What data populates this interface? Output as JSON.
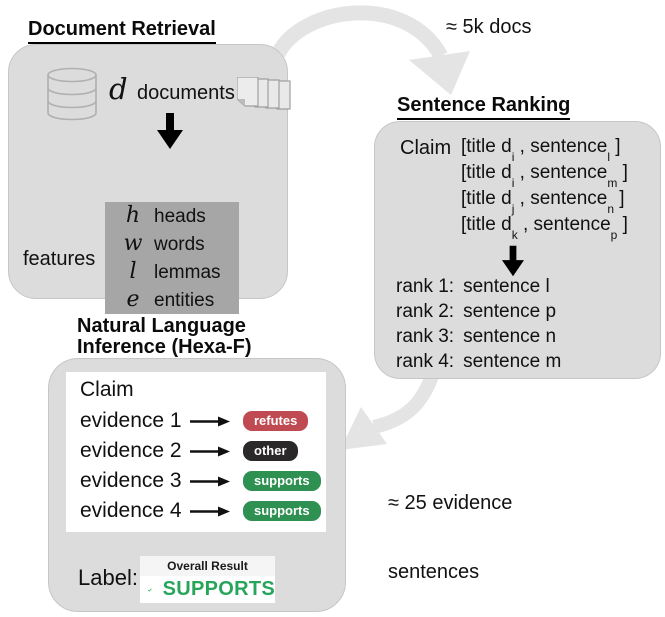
{
  "doc_retrieval": {
    "title": "Document Retrieval",
    "d_symbol": "d",
    "documents_label": "documents",
    "features_label": "features",
    "features": [
      {
        "symbol": "h",
        "label": "heads"
      },
      {
        "symbol": "w",
        "label": "words"
      },
      {
        "symbol": "l",
        "label": "lemmas"
      },
      {
        "symbol": "e",
        "label": "entities"
      }
    ]
  },
  "flow1": {
    "label": "≈ 5k docs"
  },
  "sentence_ranking": {
    "title": "Sentence Ranking",
    "claim_label": "Claim",
    "pairs": [
      {
        "open": "[title d",
        "doc_sub": "i",
        "mid": " , sentence",
        "sent_sub": "l",
        "close": " ]"
      },
      {
        "open": "[title d",
        "doc_sub": "i",
        "mid": " , sentence",
        "sent_sub": "m",
        "close": " ]"
      },
      {
        "open": "[title d",
        "doc_sub": "j",
        "mid": " , sentence",
        "sent_sub": "n",
        "close": " ]"
      },
      {
        "open": "[title d",
        "doc_sub": "k",
        "mid": " , sentence",
        "sent_sub": "p",
        "close": " ]"
      }
    ],
    "ranks": [
      {
        "label": "rank 1:",
        "value": "sentence l"
      },
      {
        "label": "rank 2:",
        "value": "sentence p"
      },
      {
        "label": "rank 3:",
        "value": "sentence n"
      },
      {
        "label": "rank 4:",
        "value": "sentence m"
      }
    ]
  },
  "flow2": {
    "line1": "≈ 25 evidence",
    "line2": "sentences"
  },
  "nli": {
    "title_line1": "Natural Language",
    "title_line2": "Inference (Hexa-F)",
    "claim_label": "Claim",
    "evidence": [
      {
        "label": "evidence 1",
        "verdict": "refutes",
        "color": "#c04a51"
      },
      {
        "label": "evidence 2",
        "verdict": "other",
        "color": "#2b2829"
      },
      {
        "label": "evidence 3",
        "verdict": "supports",
        "color": "#2e9152"
      },
      {
        "label": "evidence 4",
        "verdict": "supports",
        "color": "#2e9152"
      }
    ],
    "label_prefix": "Label:",
    "overall": {
      "title": "Overall Result",
      "value": "SUPPORTS",
      "value_color": "#27a55a",
      "check_color": "#22b14c"
    }
  },
  "colors": {
    "box_bg": "#dcdcdc",
    "box_border": "#c6c6c6",
    "features_bg": "#a6a6a6",
    "flow_arrow": "#e4e4e4",
    "badge_refutes": "#c04a51",
    "badge_other": "#2b2829",
    "badge_supports": "#2e9152"
  }
}
